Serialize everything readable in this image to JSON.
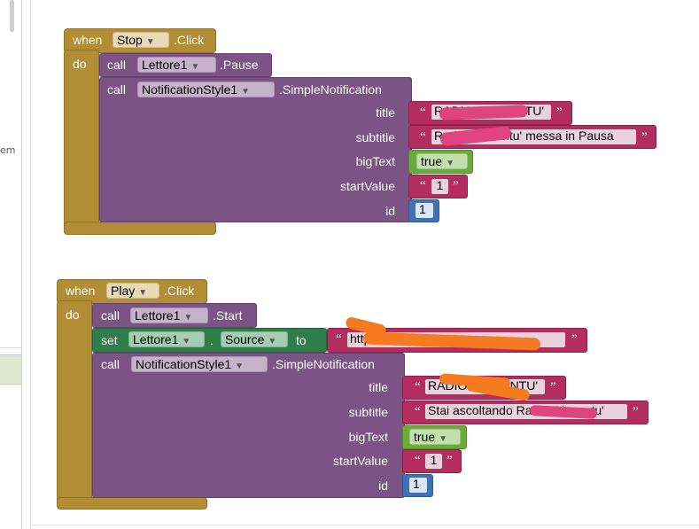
{
  "sidebar": {
    "label": "em"
  },
  "blocks": {
    "stop_click": {
      "when": "when",
      "component": "Stop",
      "event": ".Click",
      "do": "do",
      "pause_call": {
        "call": "call",
        "component": "Lettore1",
        "method": ".Pause"
      },
      "notify_call": {
        "call": "call",
        "component": "NotificationStyle1",
        "method": ".SimpleNotification",
        "labels": {
          "title": "title",
          "subtitle": "subtitle",
          "bigText": "bigText",
          "startValue": "startValue",
          "id": "id"
        },
        "title_value": "RADIO GIOVENTU'",
        "subtitle_value": "Radio Gioventu' messa in Pausa",
        "bigText_value": "true",
        "startValue_value": "1",
        "id_value": "1"
      }
    },
    "play_click": {
      "when": "when",
      "component": "Play",
      "event": ".Click",
      "do": "do",
      "start_call": {
        "call": "call",
        "component": "Lettore1",
        "method": ".Start"
      },
      "set_source": {
        "set": "set",
        "component": "Lettore1",
        "dot": ".",
        "property": "Source",
        "to": "to",
        "value": "http://..."
      },
      "notify_call": {
        "call": "call",
        "component": "NotificationStyle1",
        "method": ".SimpleNotification",
        "labels": {
          "title": "title",
          "subtitle": "subtitle",
          "bigText": "bigText",
          "startValue": "startValue",
          "id": "id"
        },
        "title_value": "RADIO GIOVENTU'",
        "subtitle_value": "Stai ascoltando Radio Gioventu'",
        "bigText_value": "true",
        "startValue_value": "1",
        "id_value": "1"
      }
    }
  },
  "colors": {
    "event_block": "#b18e35",
    "procedure_block": "#7c5385",
    "setter_block": "#2e7d4a",
    "text_block": "#b32d5e",
    "boolean_block": "#6aab3a",
    "number_block": "#3f71b5",
    "redaction_pink": "#e0447e",
    "redaction_orange": "#f67a1f"
  },
  "icons": {
    "dropdown": "▼",
    "quote": "“",
    "quote_close": "”"
  }
}
